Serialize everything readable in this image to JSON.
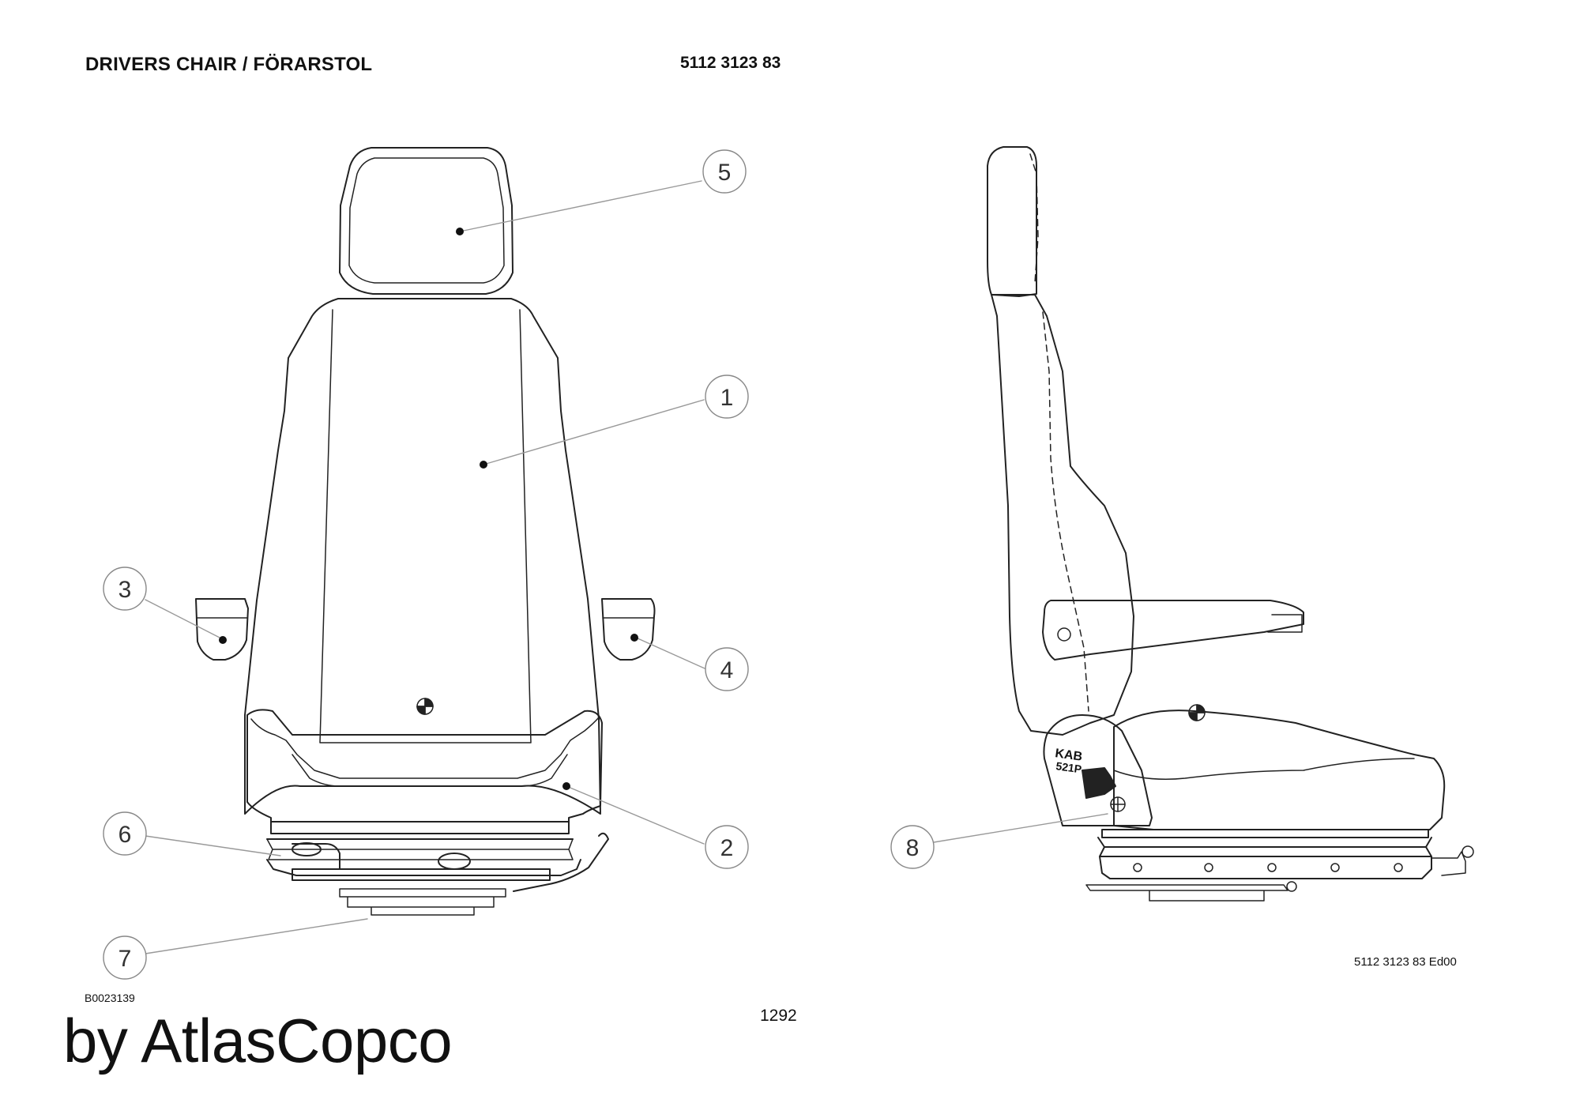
{
  "header": {
    "title": "DRIVERS CHAIR / FÖRARSTOL",
    "part_number": "5112 3123 83"
  },
  "callouts": [
    {
      "id": "callout-5",
      "label": "5",
      "part": "headrest"
    },
    {
      "id": "callout-1",
      "label": "1",
      "part": "backrest"
    },
    {
      "id": "callout-3",
      "label": "3",
      "part": "left-armrest"
    },
    {
      "id": "callout-4",
      "label": "4",
      "part": "right-armrest"
    },
    {
      "id": "callout-2",
      "label": "2",
      "part": "seat-cushion"
    },
    {
      "id": "callout-6",
      "label": "6",
      "part": "front-adjust-handle"
    },
    {
      "id": "callout-7",
      "label": "7",
      "part": "swivel-base"
    },
    {
      "id": "callout-8",
      "label": "8",
      "part": "side-control-knob"
    }
  ],
  "side_view": {
    "control_panel_text_line1": "KAB",
    "control_panel_text_line2": "521P"
  },
  "footer": {
    "edition": "5112 3123 83 Ed00",
    "figure_id": "B0023139",
    "page_number": "1292",
    "brand": "by AtlasCopco"
  }
}
